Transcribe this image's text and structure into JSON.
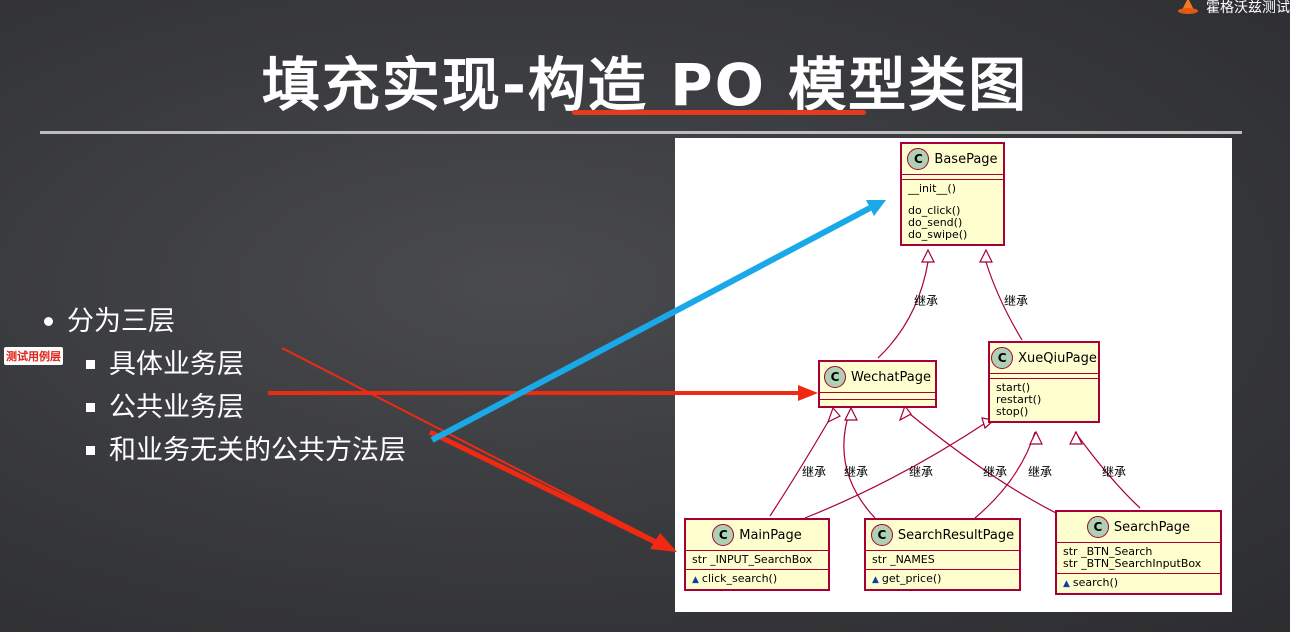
{
  "brand": {
    "name": "霍格沃兹测试",
    "icon": "logo-icon"
  },
  "slide": {
    "title": "填充实现-构造 PO 模型类图",
    "bullet_main": "分为三层",
    "bullets_sub": [
      "具体业务层",
      "公共业务层",
      "和业务无关的公共方法层"
    ],
    "tag": "测试用例层"
  },
  "diagram": {
    "classes": {
      "base": {
        "name": "BasePage",
        "fields": [],
        "methods": [
          "__init__()",
          "do_click()",
          "do_send()",
          "do_swipe()"
        ]
      },
      "wechat": {
        "name": "WechatPage",
        "fields": [],
        "methods": []
      },
      "xueqiu": {
        "name": "XueQiuPage",
        "fields": [],
        "methods": [
          "start()",
          "restart()",
          "stop()"
        ]
      },
      "main": {
        "name": "MainPage",
        "fields": [
          "str _INPUT_SearchBox"
        ],
        "methods": [
          "click_search()"
        ]
      },
      "result": {
        "name": "SearchResultPage",
        "fields": [
          "str _NAMES"
        ],
        "methods": [
          "get_price()"
        ]
      },
      "search": {
        "name": "SearchPage",
        "fields": [
          "str _BTN_Search",
          "str _BTN_SearchInputBox"
        ],
        "methods": [
          "search()"
        ]
      }
    },
    "badge_letter": "C",
    "relation_label": "继承"
  },
  "colors": {
    "accent": "#e53a1e",
    "blue_arrow": "#19a9e8",
    "class_border": "#a80036",
    "class_fill": "#fefecf"
  }
}
